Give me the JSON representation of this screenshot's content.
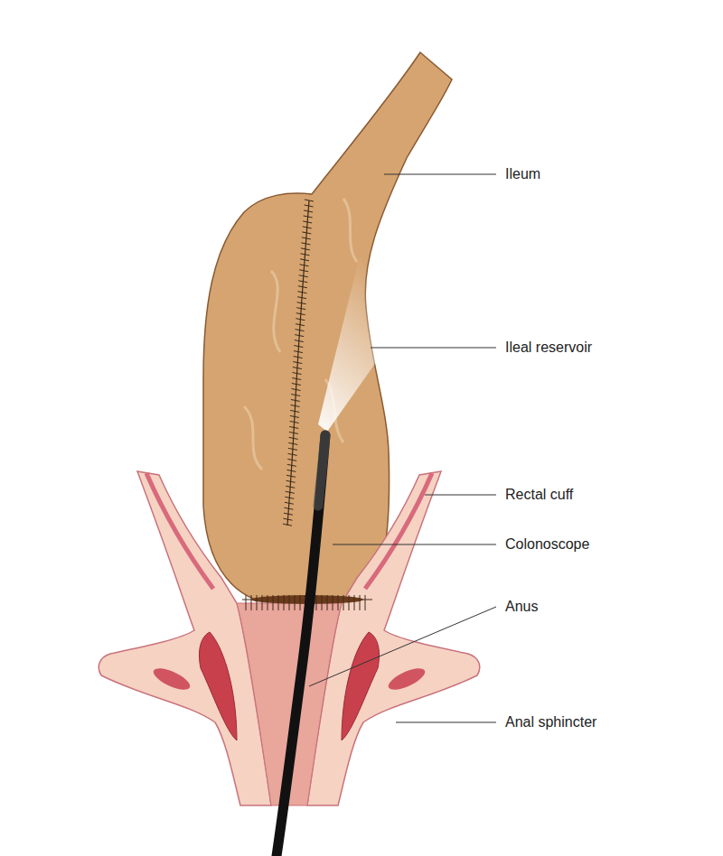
{
  "diagram": {
    "labels": [
      "Ileum",
      "Ileal reservoir",
      "Rectal cuff",
      "Colonoscope",
      "Anus",
      "Anal sphincter"
    ]
  }
}
